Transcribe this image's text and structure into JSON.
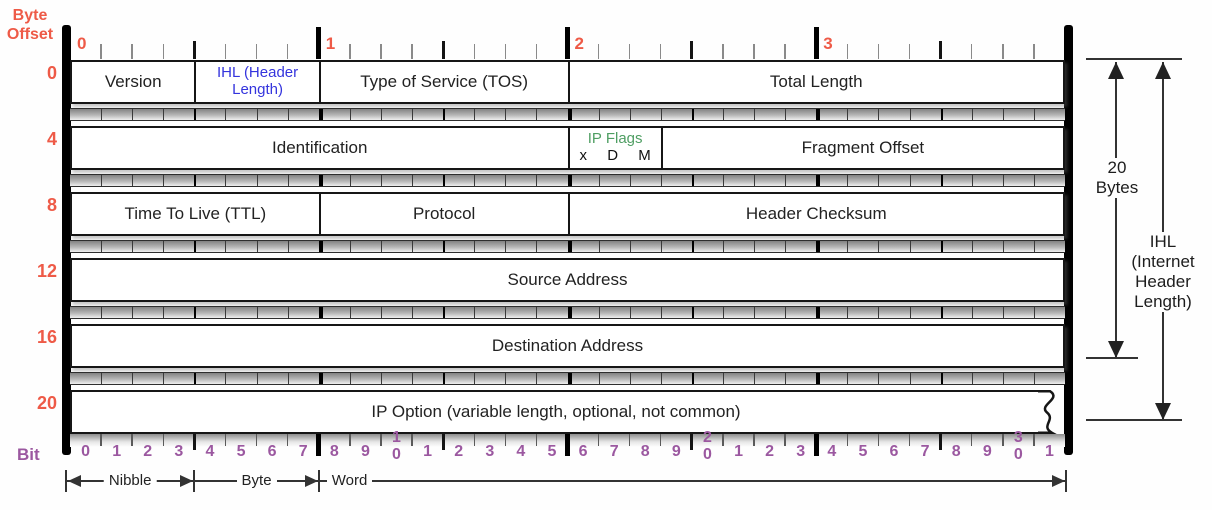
{
  "title": "IPv4 Header Format",
  "colors": {
    "offset_labels": "#ee5a47",
    "bit_labels": "#9b58a0",
    "ihl_blue": "#3434dd",
    "flags_green": "#4f9e63",
    "field_text": "#222222",
    "box_border": "#161616"
  },
  "byte_ruler": {
    "axis_label": "Byte Offset",
    "byte_numbers": [
      "0",
      "1",
      "2",
      "3"
    ]
  },
  "rows": [
    {
      "offset": "0",
      "fields": [
        {
          "label": "Version",
          "bits": 4
        },
        {
          "label": "IHL (Header Length)",
          "bits": 4,
          "style": "blue",
          "small": true
        },
        {
          "label": "Type of Service (TOS)",
          "bits": 8
        },
        {
          "label": "Total Length",
          "bits": 16
        }
      ]
    },
    {
      "offset": "4",
      "fields": [
        {
          "label": "Identification",
          "bits": 16
        },
        {
          "label": "IP Flags",
          "bits": 3,
          "style": "green",
          "small": true,
          "sub": [
            "x",
            "D",
            "M"
          ]
        },
        {
          "label": "Fragment Offset",
          "bits": 13
        }
      ]
    },
    {
      "offset": "8",
      "fields": [
        {
          "label": "Time To Live (TTL)",
          "bits": 8
        },
        {
          "label": "Protocol",
          "bits": 8
        },
        {
          "label": "Header Checksum",
          "bits": 16
        }
      ]
    },
    {
      "offset": "12",
      "fields": [
        {
          "label": "Source Address",
          "bits": 32
        }
      ]
    },
    {
      "offset": "16",
      "fields": [
        {
          "label": "Destination Address",
          "bits": 32
        }
      ]
    },
    {
      "offset": "20",
      "fields": [
        {
          "label": "IP Option (variable length, optional, not common)",
          "bits": 32,
          "torn": true
        }
      ]
    }
  ],
  "bit_ruler": {
    "axis_label": "Bit",
    "numbers": [
      "0",
      "1",
      "2",
      "3",
      "4",
      "5",
      "6",
      "7",
      "8",
      "9",
      "10",
      "1",
      "2",
      "3",
      "4",
      "5",
      "6",
      "7",
      "8",
      "9",
      "20",
      "1",
      "2",
      "3",
      "4",
      "5",
      "6",
      "7",
      "8",
      "9",
      "30",
      "1"
    ]
  },
  "spans": [
    {
      "label": "Nibble",
      "from_bit": 0,
      "to_bit": 4,
      "arrows": "both"
    },
    {
      "label": "Byte",
      "from_bit": 4,
      "to_bit": 8,
      "arrows": "right"
    },
    {
      "label": "Word",
      "from_bit": 8,
      "to_bit": 32,
      "arrows": "right"
    }
  ],
  "annotations": {
    "bytes_arrow": {
      "label": "20 Bytes",
      "lines": [
        "20",
        "Bytes"
      ]
    },
    "ihl_arrow": {
      "label": "IHL (Internet Header Length)",
      "lines": [
        "IHL",
        "(Internet",
        "Header",
        "Length)"
      ]
    }
  }
}
